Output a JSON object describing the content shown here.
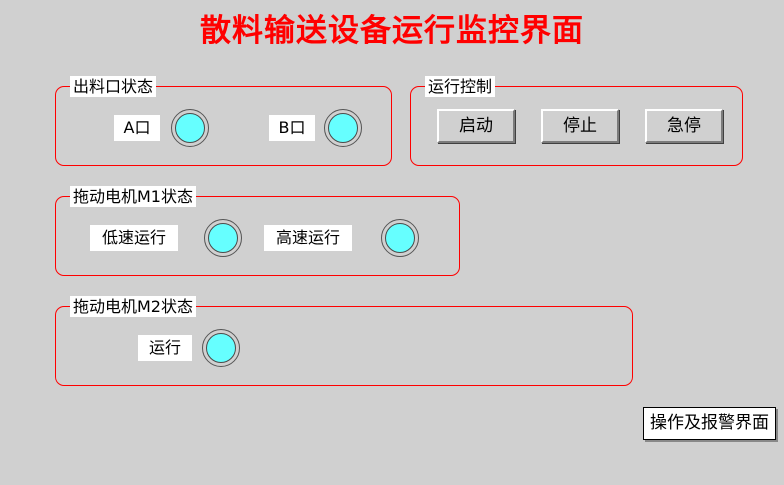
{
  "header": {
    "title": "散料输送设备运行监控界面",
    "title_color": "#ff0000"
  },
  "theme": {
    "background": "#d0d0d0",
    "frame_border": "#ff0000",
    "lamp_on": "#66ffff",
    "lamp_ring": "#4a4a4a",
    "label_background": "#ffffff",
    "text": "#000000"
  },
  "panels": {
    "discharge": {
      "title": "出料口状态",
      "items": [
        {
          "label": "A口",
          "lamp": {
            "icon": "indicator-lamp-icon",
            "state": "on",
            "color": "#66ffff"
          }
        },
        {
          "label": "B口",
          "lamp": {
            "icon": "indicator-lamp-icon",
            "state": "on",
            "color": "#66ffff"
          }
        }
      ]
    },
    "run_control": {
      "title": "运行控制",
      "buttons": [
        {
          "label": "启动"
        },
        {
          "label": "停止"
        },
        {
          "label": "急停"
        }
      ]
    },
    "motor_m1": {
      "title": "拖动电机M1状态",
      "items": [
        {
          "label": "低速运行",
          "lamp": {
            "icon": "indicator-lamp-icon",
            "state": "on",
            "color": "#66ffff"
          }
        },
        {
          "label": "高速运行",
          "lamp": {
            "icon": "indicator-lamp-icon",
            "state": "on",
            "color": "#66ffff"
          }
        }
      ]
    },
    "motor_m2": {
      "title": "拖动电机M2状态",
      "items": [
        {
          "label": "运行",
          "lamp": {
            "icon": "indicator-lamp-icon",
            "state": "on",
            "color": "#66ffff"
          }
        }
      ]
    }
  },
  "navigation": {
    "alarm_screen_button": "操作及报警界面"
  }
}
